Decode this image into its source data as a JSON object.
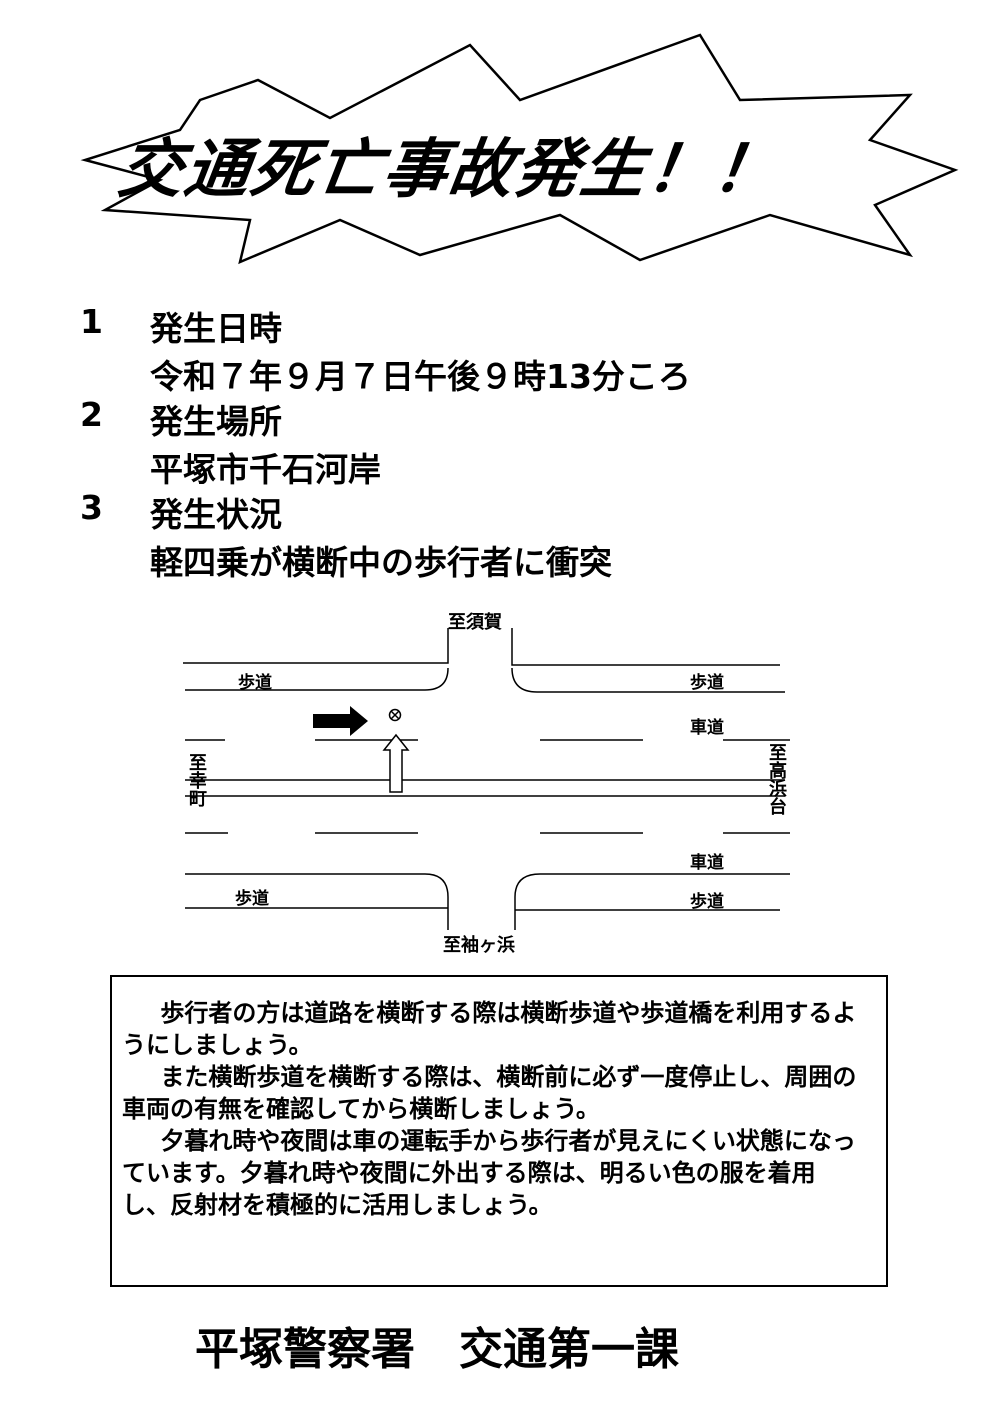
{
  "title": "交通死亡事故発生！！",
  "items": [
    {
      "number": "1",
      "heading": "発生日時",
      "detail": "令和７年９月７日午後９時13分ころ"
    },
    {
      "number": "2",
      "heading": "発生場所",
      "detail": "平塚市千石河岸"
    },
    {
      "number": "3",
      "heading": "発生状況",
      "detail": "軽四乗が横断中の歩行者に衝突"
    }
  ],
  "diagram": {
    "north": "至須賀",
    "south": "至袖ヶ浜",
    "west": "至幸町",
    "east": "至高浜台",
    "sidewalk": "歩道",
    "roadway": "車道"
  },
  "notice": [
    "歩行者の方は道路を横断する際は横断歩道や歩道橋を利用するようにしましょう。",
    "また横断歩道を横断する際は、横断前に必ず一度停止し、周囲の車両の有無を確認してから横断しましょう。",
    "夕暮れ時や夜間は車の運転手から歩行者が見えにくい状態になっています。夕暮れ時や夜間に外出する際は、明るい色の服を着用し、反射材を積極的に活用しましょう。"
  ],
  "footer": "平塚警察署　交通第一課"
}
